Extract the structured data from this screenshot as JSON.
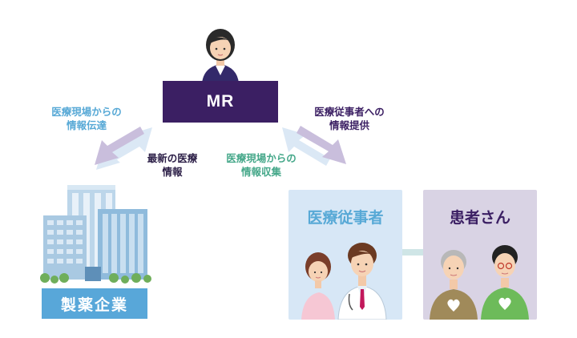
{
  "mr": {
    "label": "MR"
  },
  "labels": {
    "field_to_company": [
      "医療現場からの",
      "情報伝達"
    ],
    "latest_info": [
      "最新の医療",
      "情報"
    ],
    "field_collect": [
      "医療現場からの",
      "情報収集"
    ],
    "provide_info": [
      "医療従事者への",
      "情報提供"
    ]
  },
  "boxes": {
    "hcp_title": "医療従事者",
    "patient_title": "患者さん",
    "company_label": "製薬企業"
  },
  "colors": {
    "mr_box": "#3b1f63",
    "blue_text": "#58a9d6",
    "green_text": "#46a88a",
    "arrow_light_blue": "#dbe8f5",
    "arrow_lavender": "#c9bedc"
  }
}
